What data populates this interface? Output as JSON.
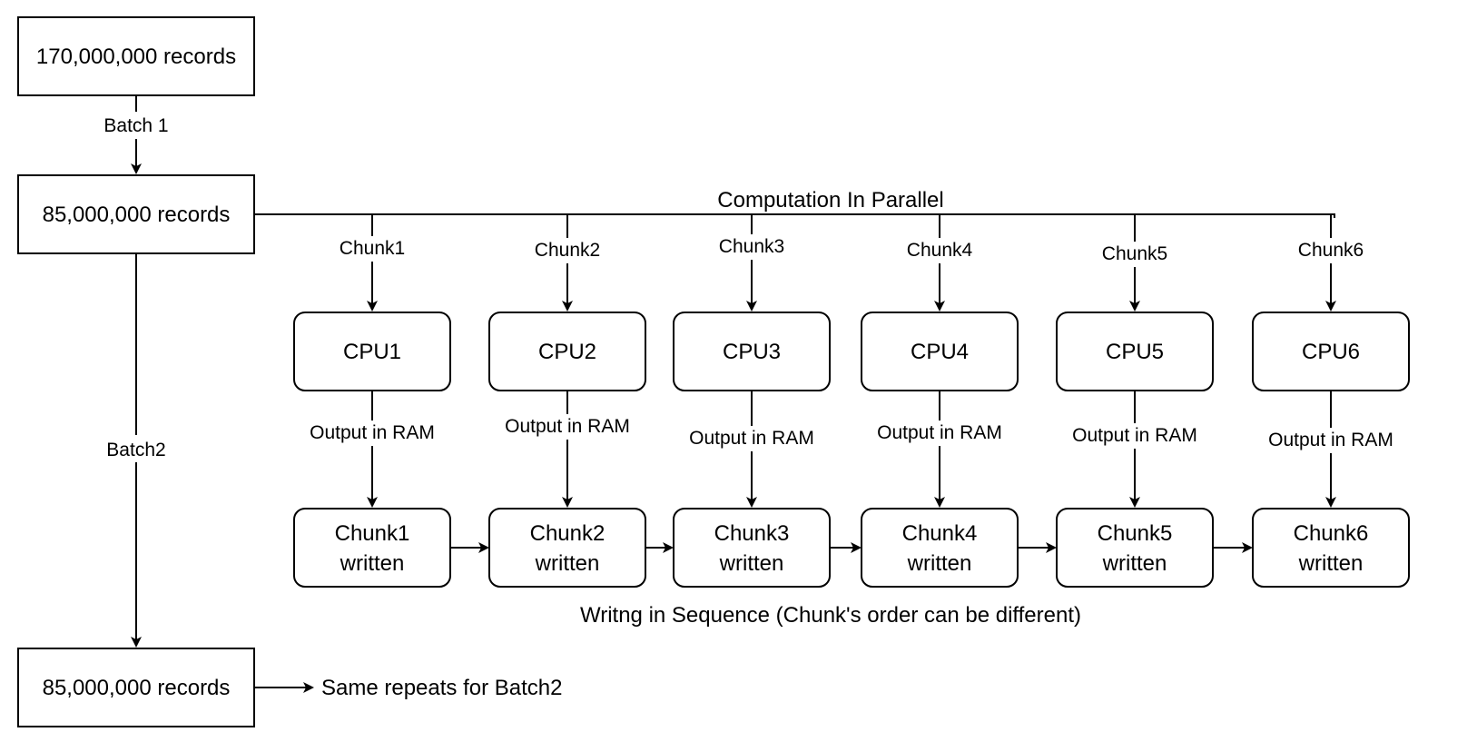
{
  "nodes": {
    "total": "170,000,000 records",
    "batch1": "85,000,000 records",
    "batch2": "85,000,000 records"
  },
  "edges": {
    "batch1_label": "Batch 1",
    "batch2_label": "Batch2",
    "parallel_label": "Computation In Parallel",
    "repeat_label": "Same repeats for Batch2",
    "sequence_label": "Writng in Sequence (Chunk's order can be different)"
  },
  "columns": [
    {
      "chunk": "Chunk1",
      "cpu": "CPU1",
      "output": "Output in RAM",
      "written_line1": "Chunk1",
      "written_line2": "written"
    },
    {
      "chunk": "Chunk2",
      "cpu": "CPU2",
      "output": "Output in RAM",
      "written_line1": "Chunk2",
      "written_line2": "written"
    },
    {
      "chunk": "Chunk3",
      "cpu": "CPU3",
      "output": "Output in RAM",
      "written_line1": "Chunk3",
      "written_line2": "written"
    },
    {
      "chunk": "Chunk4",
      "cpu": "CPU4",
      "output": "Output in RAM",
      "written_line1": "Chunk4",
      "written_line2": "written"
    },
    {
      "chunk": "Chunk5",
      "cpu": "CPU5",
      "output": "Output in RAM",
      "written_line1": "Chunk5",
      "written_line2": "written"
    },
    {
      "chunk": "Chunk6",
      "cpu": "CPU6",
      "output": "Output in RAM",
      "written_line1": "Chunk6",
      "written_line2": "written"
    }
  ]
}
